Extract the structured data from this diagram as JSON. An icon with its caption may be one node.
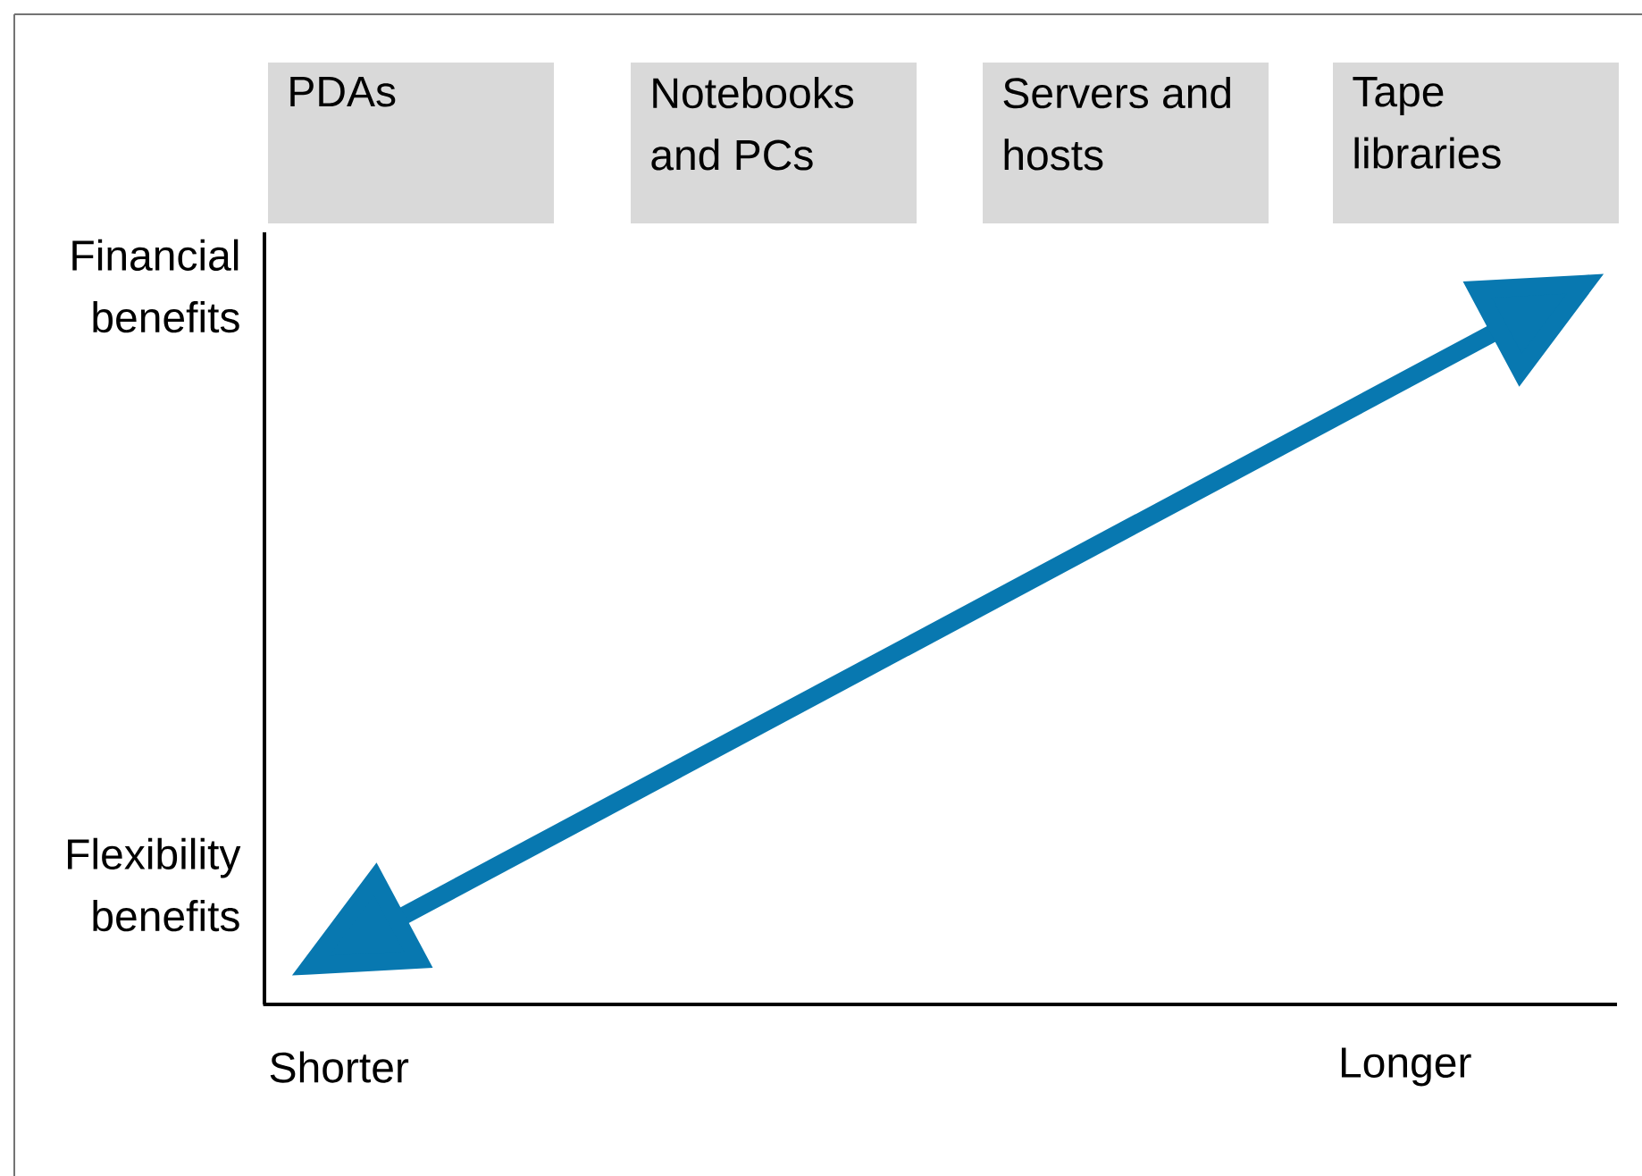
{
  "diagram": {
    "nodes": [
      {
        "text": [
          "PDAs"
        ]
      },
      {
        "text": [
          "Notebooks and PCs"
        ]
      },
      {
        "text": [
          "Servers and hosts"
        ]
      },
      {
        "text": [
          "Tape libraries"
        ]
      }
    ],
    "edges": [],
    "labels": [
      "Financial benefits",
      "Flexibility benefits",
      "Shorter",
      "Longer"
    ]
  }
}
